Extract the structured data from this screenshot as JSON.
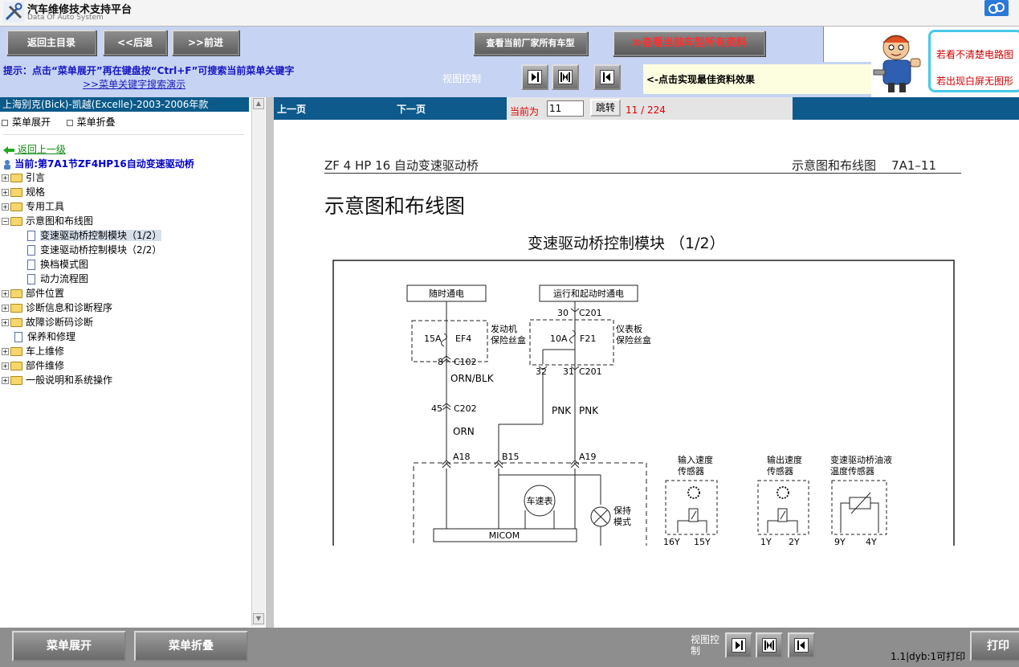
{
  "app": {
    "title": "汽车维修技术支持平台",
    "subtitle": "Data Of Auto System"
  },
  "toolbar": {
    "main_menu": "返回主目录",
    "back": "<<后退",
    "forward": ">>前进",
    "all_models": "查看当前厂家所有车型",
    "current_model_data": "≫查看当前车型所有资料"
  },
  "promo": {
    "line1": "若看不清楚电路图",
    "line2": "若出现白屏无图形"
  },
  "hint": {
    "text": "提示：点击“菜单展开”再在键盘按“Ctrl+F”可搜索当前菜单关键字",
    "link": ">>菜单关键字搜索演示",
    "view_control": "视图控制",
    "best_effect": "<-点击实现最佳资料效果"
  },
  "tree": {
    "header": "上海别克(Bick)-凯越(Excelle)-2003-2006年款",
    "expand": "菜单展开",
    "collapse": "菜单折叠",
    "up": "返回上一级",
    "current": "当前:第7A1节ZF4HP16自动变速驱动桥",
    "nodes": [
      "引言",
      "规格",
      "专用工具",
      "示意图和布线图"
    ],
    "children": [
      "变速驱动桥控制模块（1/2）",
      "变速驱动桥控制模块（2/2）",
      "换档模式图",
      "动力流程图"
    ],
    "nodes_after": [
      "部件位置",
      "诊断信息和诊断程序",
      "故障诊断码诊断",
      "保养和修理",
      "车上维修",
      "部件维修",
      "一般说明和系统操作"
    ]
  },
  "nav": {
    "prev": "上一页",
    "next": "下一页",
    "current_label": "当前为",
    "page": "11",
    "go": "跳转",
    "count": "11 / 224"
  },
  "doc": {
    "header_left": "ZF 4 HP 16 自动变速驱动桥",
    "header_right": "示意图和布线图    7A1–11",
    "title": "示意图和布线图",
    "diagram_title": "变速驱动桥控制模块 （1/2）",
    "diagram_labels": {
      "hot_always": "随时通电",
      "hot_run_start": "运行和起动时通电",
      "ef4_amp": "15A",
      "ef4": "EF4",
      "engine_fuse_box": "发动机\n保险丝盒",
      "f21_amp": "10A",
      "f21": "F21",
      "ip_fuse_box": "仪表板\n保险丝盒",
      "pin30": "30",
      "c201_top": "C201",
      "pin8": "8",
      "c102": "C102",
      "orn_blk": "ORN/BLK",
      "pin32": "32",
      "pin31": "31",
      "c201_bot": "C201",
      "pin45": "45",
      "c202": "C202",
      "orn": "ORN",
      "pnk1": "PNK",
      "pnk2": "PNK",
      "a18": "A18",
      "b15": "B15",
      "a19": "A19",
      "speedometer": "车速表",
      "hold_mode": "保持\n模式",
      "micom": "MICOM",
      "input_sensor": "输入速度\n传感器",
      "output_sensor": "输出速度\n传感器",
      "temp_sensor": "变速驱动桥油液\n温度传感器",
      "p16": "16",
      "p15": "15",
      "p1": "1",
      "p2": "2",
      "p9": "9",
      "p4": "4"
    }
  },
  "bottom": {
    "expand": "菜单展开",
    "collapse": "菜单折叠",
    "view_control": "视图控制",
    "status": "1.1|dyb:1可打印",
    "print": "打印"
  }
}
